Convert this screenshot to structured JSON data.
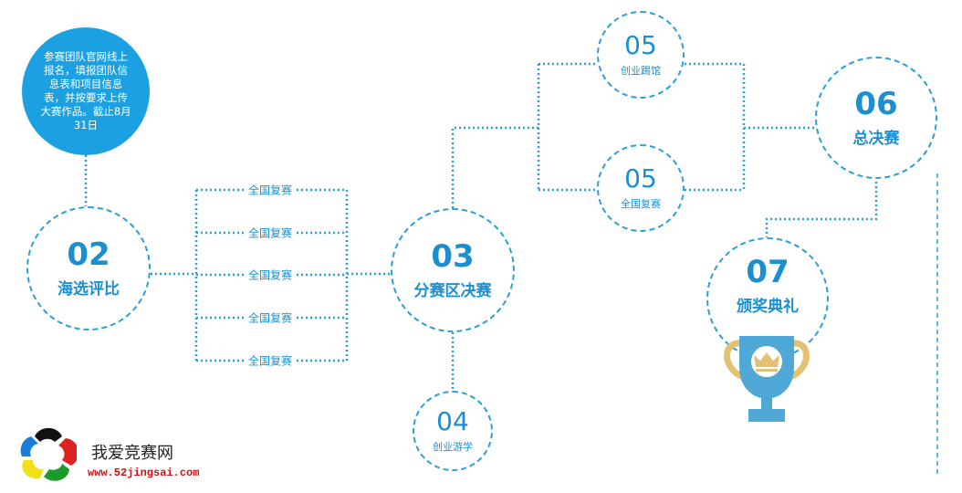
{
  "info": "参赛团队官网线上报名，填报团队信息表和项目信息表，并按要求上传大赛作品。截止8月31日",
  "steps": {
    "s02": {
      "num": "02",
      "label": "海选评比"
    },
    "s03": {
      "num": "03",
      "label": "分赛区决赛"
    },
    "s04": {
      "num": "04",
      "label": "创业游学"
    },
    "s05a": {
      "num": "05",
      "label": "创业踢馆"
    },
    "s05b": {
      "num": "05",
      "label": "全国复赛"
    },
    "s06": {
      "num": "06",
      "label": "总决赛"
    },
    "s07": {
      "num": "07",
      "label": "颁奖典礼"
    }
  },
  "branches": [
    "全国复赛",
    "全国复赛",
    "全国复赛",
    "全国复赛",
    "全国复赛"
  ],
  "logo": {
    "name": "我爱竞赛网",
    "url": "www.52jingsai.com"
  },
  "colors": {
    "accent": "#1ba1e2",
    "text": "#1b8fd0"
  }
}
